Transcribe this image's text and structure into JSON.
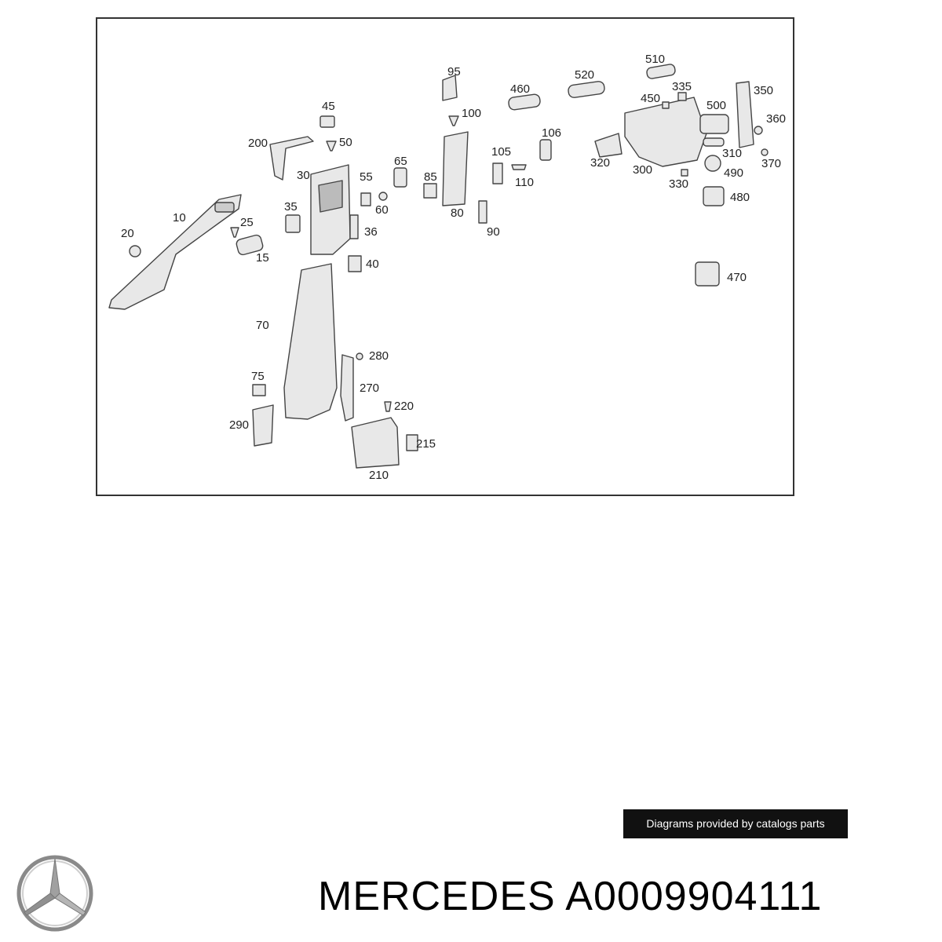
{
  "diagram": {
    "callouts": [
      "95",
      "510",
      "520",
      "460",
      "335",
      "350",
      "450",
      "500",
      "100",
      "360",
      "45",
      "106",
      "200",
      "50",
      "105",
      "310",
      "320",
      "300",
      "370",
      "65",
      "490",
      "30",
      "55",
      "85",
      "110",
      "330",
      "60",
      "480",
      "35",
      "80",
      "10",
      "25",
      "36",
      "90",
      "20",
      "15",
      "40",
      "470",
      "70",
      "280",
      "75",
      "270",
      "220",
      "290",
      "215",
      "210"
    ]
  },
  "credit": {
    "text": "Diagrams provided by catalogs parts"
  },
  "footer": {
    "brand": "MERCEDES",
    "part_number": "A0009904111",
    "logo_icon": "mercedes-star-icon"
  }
}
